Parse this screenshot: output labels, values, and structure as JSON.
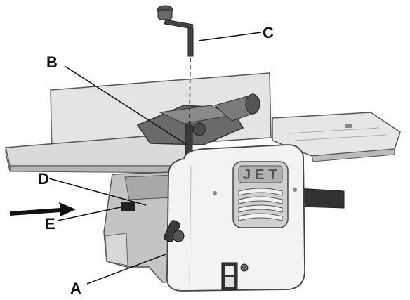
{
  "callouts": {
    "a": "A",
    "b": "B",
    "c": "C",
    "d": "D",
    "e": "E"
  },
  "machine": {
    "logo": "JET"
  },
  "colors": {
    "ink": "#111111",
    "table": "#dcdcdc",
    "fence": "#e4e4e4",
    "housing": "#f2f2f2",
    "base": "#bdbdbd",
    "dark": "#3a3a3a"
  },
  "icons": [
    "crank-handle-icon",
    "direction-arrow-icon"
  ]
}
